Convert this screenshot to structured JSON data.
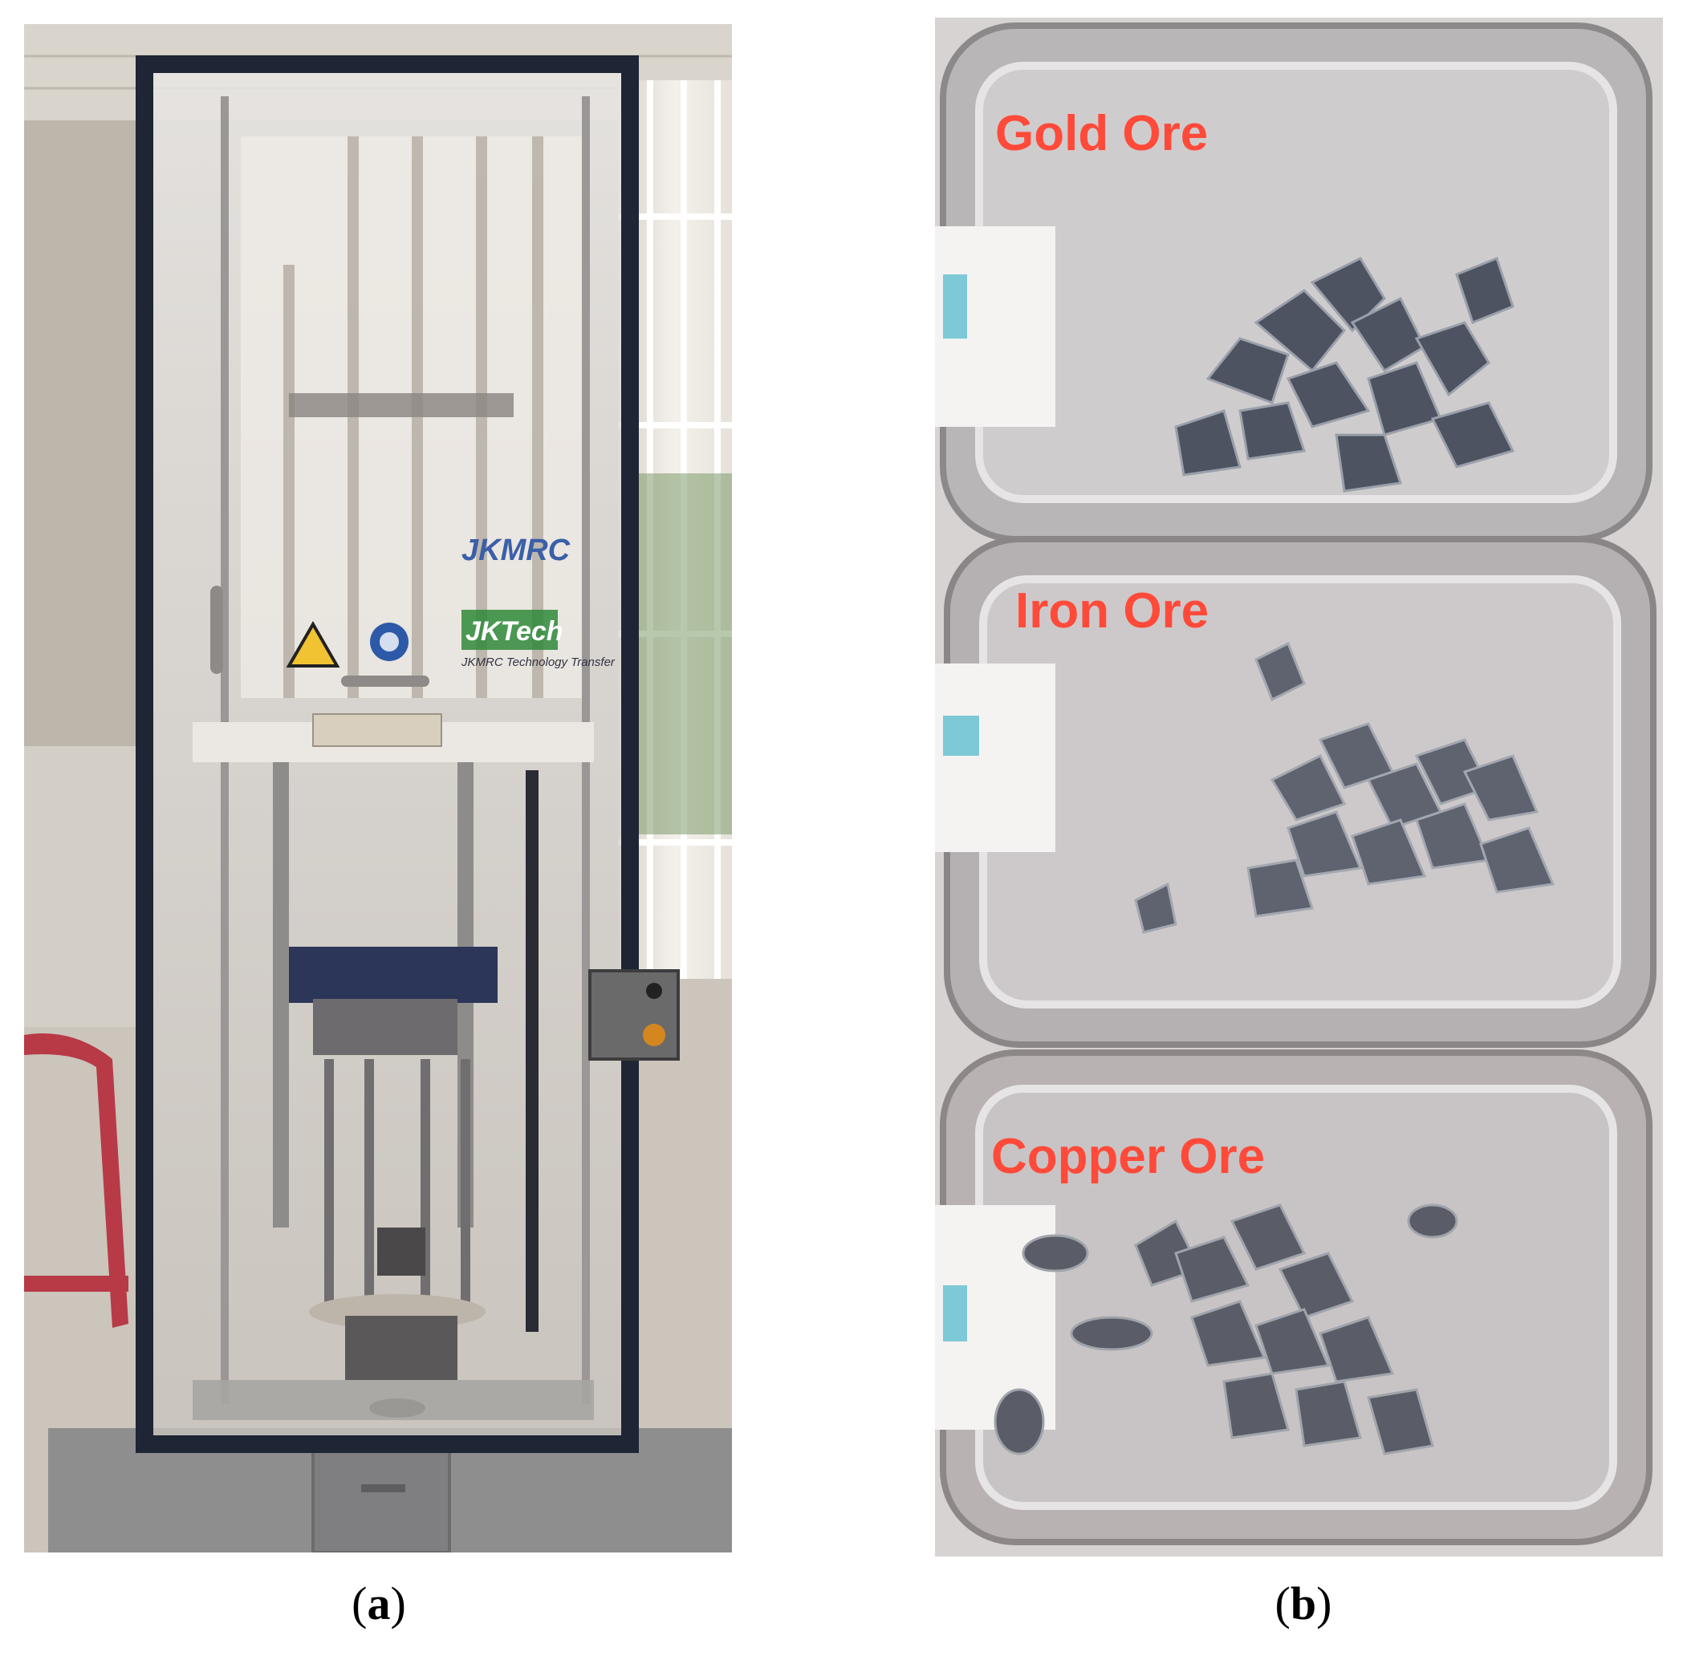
{
  "figure": {
    "panel_a": {
      "caption_letter": "a",
      "logo_primary": "JKMRC",
      "logo_secondary": "JKTech",
      "logo_subtitle": "JKMRC Technology Transfer",
      "warning_icon": "crush-hazard-warning-icon",
      "mandatory_icon": "wear-gloves-mandatory-icon"
    },
    "panel_b": {
      "caption_letter": "b",
      "trays": [
        {
          "label": "Gold Ore"
        },
        {
          "label": "Iron Ore"
        },
        {
          "label": "Copper Ore"
        }
      ]
    }
  },
  "colors": {
    "tray_label": "#ff4a3a",
    "frame_dark": "#1e2534",
    "tray_metal": "#b9b6b8"
  }
}
